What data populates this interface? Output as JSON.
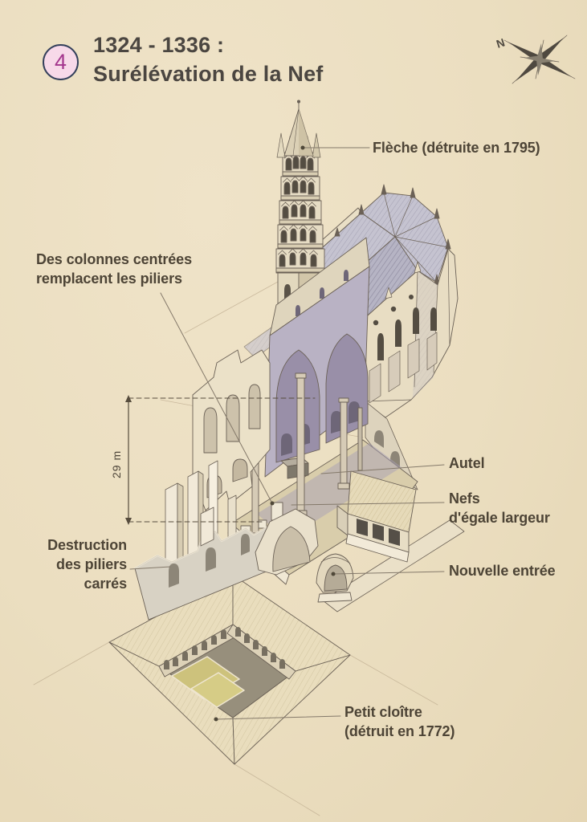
{
  "header": {
    "step_number": "4",
    "title": "1324 - 1336 :\nSurélévation de la Nef"
  },
  "compass": {
    "north_label": "N"
  },
  "measurement": {
    "value": "29 m"
  },
  "annotations": {
    "fleche": {
      "label": "Flèche (détruite en 1795)"
    },
    "colonnes": {
      "label": "Des colonnes centrées\nremplacent les piliers"
    },
    "autel": {
      "label": "Autel"
    },
    "nefs": {
      "label": "Nefs\nd'égale largeur"
    },
    "destruction": {
      "label": "Destruction\ndes piliers carrés"
    },
    "entree": {
      "label": "Nouvelle entrée"
    },
    "cloitre": {
      "label": "Petit cloître\n(détruit en 1772)"
    }
  },
  "colors": {
    "paper": "#ebdec0",
    "badge_fill": "#f7d9e9",
    "badge_border": "#34405b",
    "badge_number": "#a4368e",
    "title_text": "#4b4641",
    "label_text": "#4d4436",
    "roof_blue_gray": "#b6b4c4",
    "interior_lavender": "#b9b2c4",
    "wall_cream": "#e8ddc3",
    "garden_green": "#cdc27c"
  }
}
